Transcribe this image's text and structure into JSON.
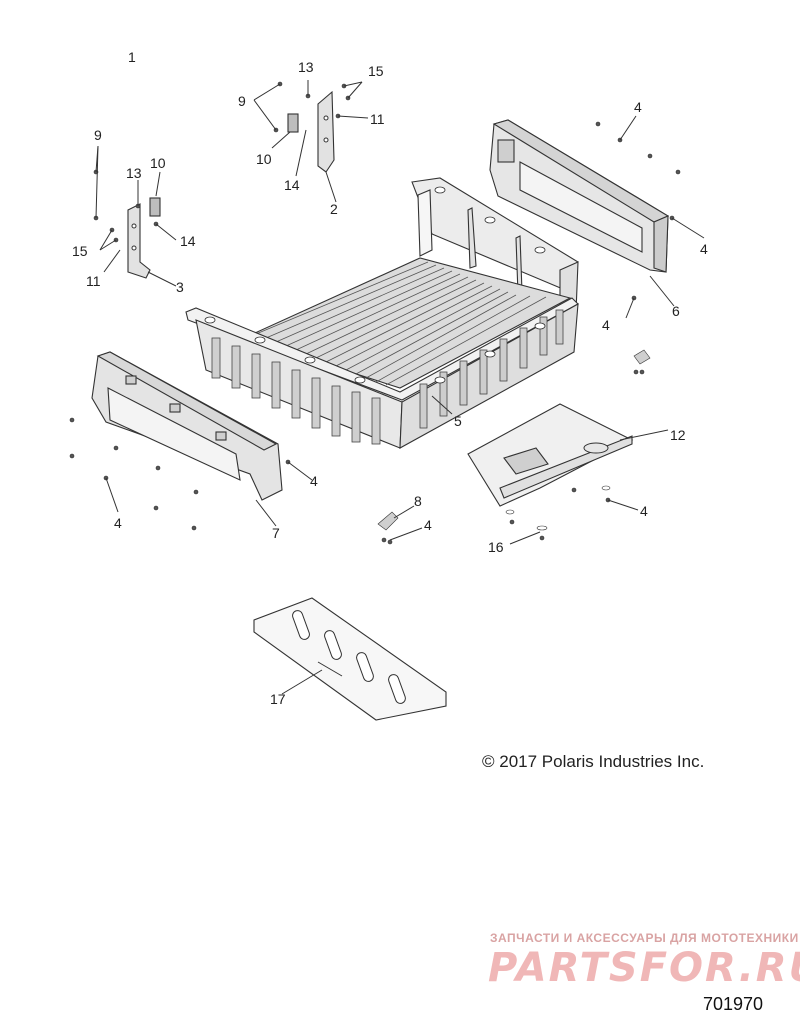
{
  "diagram": {
    "callouts": {
      "c1": "1",
      "c2": "2",
      "c3": "3",
      "c4": "4",
      "c5": "5",
      "c6": "6",
      "c7": "7",
      "c8": "8",
      "c9": "9",
      "c10": "10",
      "c11": "11",
      "c12": "12",
      "c13": "13",
      "c14": "14",
      "c15": "15",
      "c16": "16",
      "c17": "17"
    },
    "copyright": "© 2017 Polaris Industries Inc.",
    "watermark_subtitle": "ЗАПЧАСТИ И АКСЕССУАРЫ ДЛЯ МОТОТЕХНИКИ",
    "watermark_logo": "PARTSFOR.RU",
    "diagram_id": "701970"
  }
}
